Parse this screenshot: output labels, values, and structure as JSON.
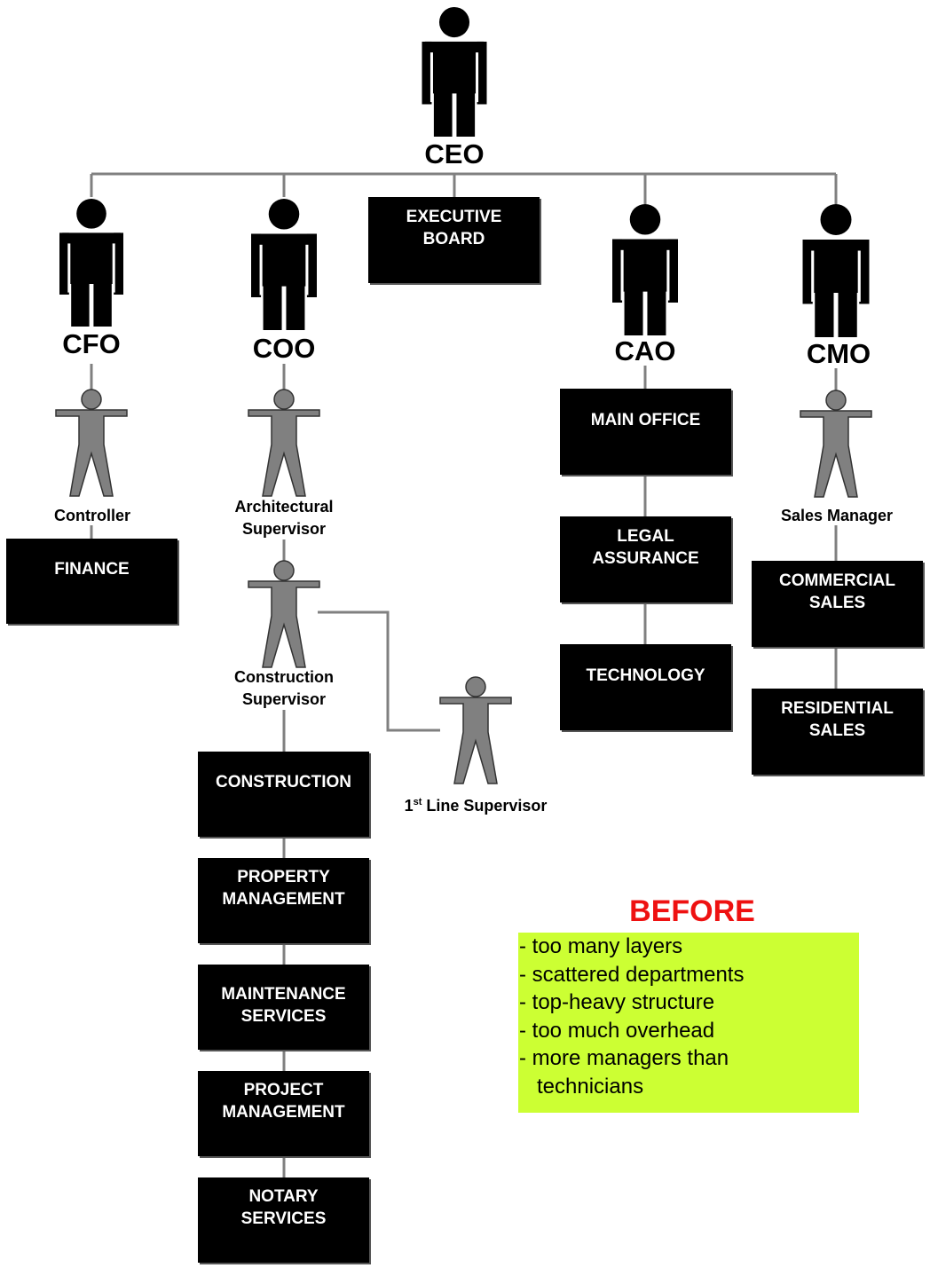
{
  "ceo": {
    "label": "CEO"
  },
  "executives": [
    {
      "key": "cfo",
      "label": "CFO"
    },
    {
      "key": "coo",
      "label": "COO"
    },
    {
      "key": "cao",
      "label": "CAO"
    },
    {
      "key": "cmo",
      "label": "CMO"
    }
  ],
  "managers": {
    "controller": [
      "Controller"
    ],
    "architectural_supervisor": [
      "Architectural",
      "Supervisor"
    ],
    "construction_supervisor": [
      "Construction",
      "Supervisor"
    ],
    "first_line_supervisor": {
      "prefix": "1",
      "sup": "st",
      "rest": " Line Supervisor"
    },
    "sales_manager": [
      "Sales Manager"
    ]
  },
  "departments": {
    "executive_board": [
      "EXECUTIVE",
      "BOARD"
    ],
    "finance": [
      "FINANCE"
    ],
    "construction": [
      "CONSTRUCTION"
    ],
    "property_management": [
      "PROPERTY",
      "MANAGEMENT"
    ],
    "maintenance_services": [
      "MAINTENANCE",
      "SERVICES"
    ],
    "project_management": [
      "PROJECT",
      "MANAGEMENT"
    ],
    "notary_services": [
      "NOTARY",
      "SERVICES"
    ],
    "main_office": [
      "MAIN OFFICE"
    ],
    "legal_assurance": [
      "LEGAL",
      "ASSURANCE"
    ],
    "technology": [
      "TECHNOLOGY"
    ],
    "commercial_sales": [
      "COMMERCIAL",
      "SALES"
    ],
    "residential_sales": [
      "RESIDENTIAL",
      "SALES"
    ]
  },
  "before": {
    "title": "BEFORE",
    "notes": [
      "- too many layers",
      "- scattered departments",
      "- top-heavy structure",
      "- too much overhead",
      "- more managers than",
      "   technicians"
    ]
  },
  "colors": {
    "executive_figure": "#000000",
    "manager_figure": "#808080",
    "connector": "#808080",
    "box": "#000000",
    "before_title": "#ee1111",
    "notes_bg": "#ccff33"
  }
}
